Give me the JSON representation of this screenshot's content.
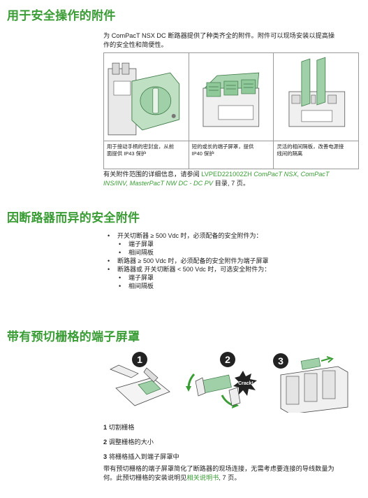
{
  "sections": [
    {
      "title": "用于安全操作的附件"
    },
    {
      "title": "因断路器而异的安全附件"
    },
    {
      "title": "带有预切栅格的端子屏罩"
    }
  ],
  "intro": {
    "line1": "为 ComPacT NSX DC 断路器提供了种类齐全的附件。附件可以现场安装以提高操",
    "line2": "作的安全性和简便性。"
  },
  "figures": [
    {
      "caption1": "用于接动手柄的密封盒，从前",
      "caption2": "面提供 IP43 保护"
    },
    {
      "caption1": "短的或长的端子屏罩，提供",
      "caption2": "IP40 保护"
    },
    {
      "caption1": "灵活的相间隔板，改善电源接",
      "caption2": "线间的隔离"
    }
  ],
  "ref": {
    "prefix": "有关附件范围的详细信息，请参阅 ",
    "code": "LVPED221002ZH ",
    "title1": "ComPacT NSX, ComPacT",
    "title2": "INS/INV, MasterPacT NW DC - DC PV",
    "suffix": " 目录, 7 页。"
  },
  "bullets": [
    {
      "text": "开关切断器 ≥ 500 Vdc 时，必须配备的安全附件为：",
      "level": 1
    },
    {
      "text": "端子屏罩",
      "level": 2
    },
    {
      "text": "相间隔板",
      "level": 2
    },
    {
      "text": "断路器 ≥ 500 Vdc 时，必须配备的安全附件为端子屏罩",
      "level": 1
    },
    {
      "text": "断路器或 开关切断器 < 500 Vdc 时，可选安全附件为：",
      "level": 1
    },
    {
      "text": "端子屏罩",
      "level": 2
    },
    {
      "text": "相间隔板",
      "level": 2
    }
  ],
  "steps": [
    {
      "num": "1",
      "text": "切割栅格"
    },
    {
      "num": "2",
      "text": "调整栅格的大小"
    },
    {
      "num": "3",
      "text": "将栅格插入到端子屏罩中"
    }
  ],
  "step_badges": [
    "1",
    "2",
    "3"
  ],
  "crack_label": "Crack!",
  "closing": {
    "line1": "带有预切栅格的端子屏罩简化了断路器的现场连接，无需考虑要连接的导线数量为",
    "line2_prefix": "何。此预切栅格的安装说明见",
    "line2_link": "相关说明书",
    "line2_suffix": ", 7 页。"
  },
  "colors": {
    "heading": "#3a9c35",
    "accent_green": "#8fc99a"
  }
}
